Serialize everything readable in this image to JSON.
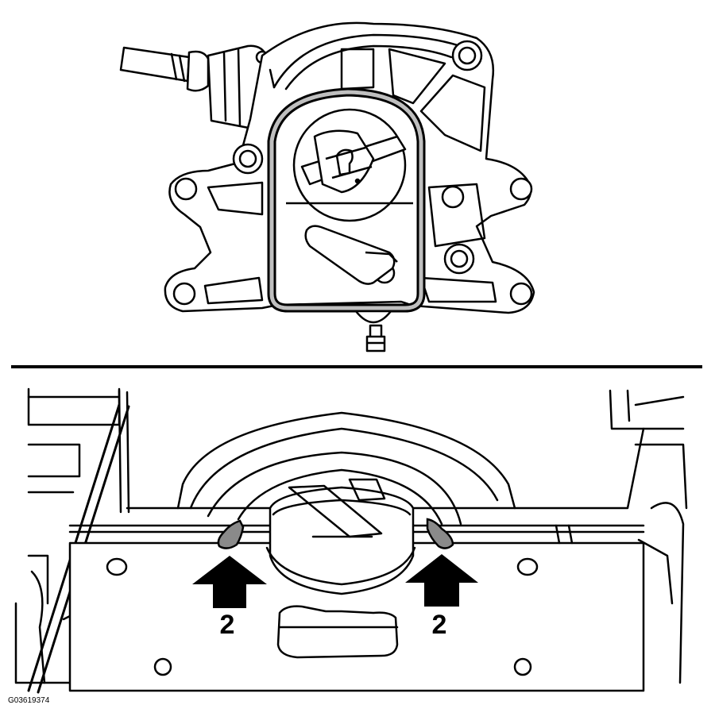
{
  "figure": {
    "id": "G03619374",
    "callouts": {
      "left": "2",
      "right": "2"
    },
    "colors": {
      "ink": "#000000",
      "paper": "#ffffff",
      "gasket": "#bfbfbf",
      "sealant": "#8a8a8a"
    }
  }
}
